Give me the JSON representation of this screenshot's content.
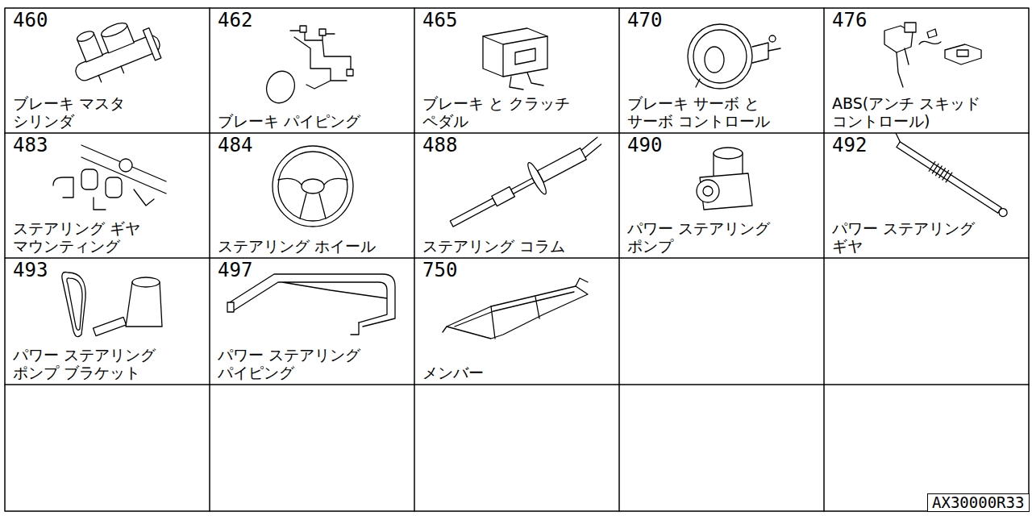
{
  "diagram": {
    "nodes": [
      {
        "text": [
          "460",
          "ブレーキ マスタ シリンダ"
        ]
      },
      {
        "text": [
          "462",
          "ブレーキ パイピング"
        ]
      },
      {
        "text": [
          "465",
          "ブレーキ と クラッチ ペダル"
        ]
      },
      {
        "text": [
          "470",
          "ブレーキ サーボ と サーボ コントロール"
        ]
      },
      {
        "text": [
          "476",
          "ABS(アンチ スキッド コントロール)"
        ]
      },
      {
        "text": [
          "483",
          "ステアリング ギヤ マウンティング"
        ]
      },
      {
        "text": [
          "484",
          "ステアリング ホイール"
        ]
      },
      {
        "text": [
          "488",
          "ステアリング コラム"
        ]
      },
      {
        "text": [
          "490",
          "パワー ステアリング ポンプ"
        ]
      },
      {
        "text": [
          "492",
          "パワー ステアリング ギヤ"
        ]
      },
      {
        "text": [
          "493",
          "パワー ステアリング ポンプ ブラケット"
        ]
      },
      {
        "text": [
          "497",
          "パワー ステアリング パイピング"
        ]
      },
      {
        "text": [
          "750",
          "メンバー"
        ]
      },
      {
        "text": [
          "AX30000R33"
        ]
      }
    ]
  }
}
